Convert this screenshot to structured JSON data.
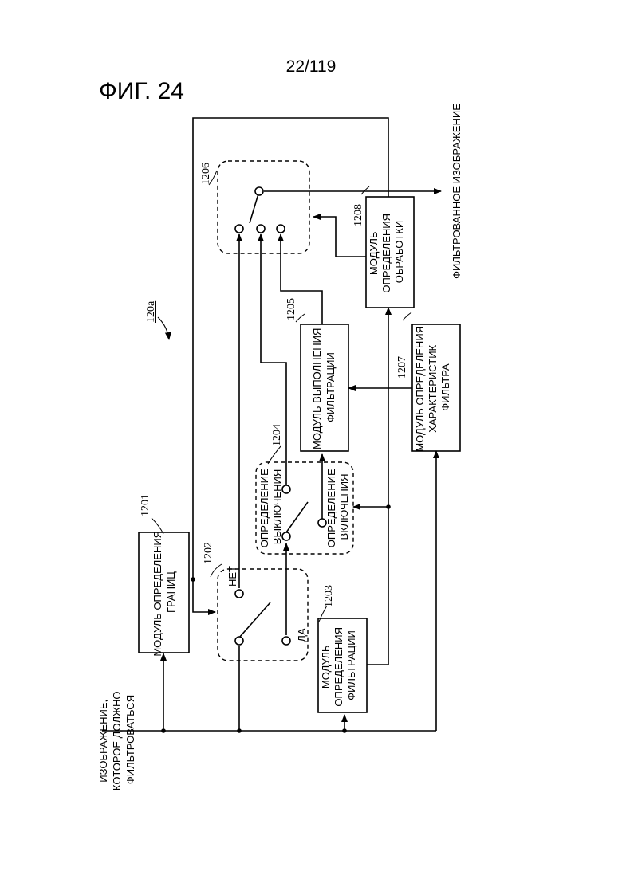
{
  "page": {
    "number": "22/119",
    "figure_title": "ФИГ. 24"
  },
  "diagram": {
    "ref_main": "120a",
    "blocks": {
      "b1201": {
        "ref": "1201",
        "lines": [
          "МОДУЛЬ ОПРЕДЕЛЕНИЯ",
          "ГРАНИЦ"
        ]
      },
      "b1203": {
        "ref": "1203",
        "lines": [
          "МОДУЛЬ",
          "ОПРЕДЕЛЕНИЯ",
          "ФИЛЬТРАЦИИ"
        ]
      },
      "b1205": {
        "ref": "1205",
        "lines": [
          "МОДУЛЬ ВЫПОЛНЕНИЯ",
          "ФИЛЬТРАЦИИ"
        ]
      },
      "b1207": {
        "ref": "1207",
        "lines": [
          "МОДУЛЬ ОПРЕДЕЛЕНИЯ",
          "ХАРАКТЕРИСТИК",
          "ФИЛЬТРА"
        ]
      },
      "b1208": {
        "ref": "1208",
        "lines": [
          "МОДУЛЬ",
          "ОПРЕДЕЛЕНИЯ",
          "ОБРАБОТКИ"
        ]
      }
    },
    "switches": {
      "s1202": {
        "ref": "1202",
        "no": "НЕТ",
        "yes": "ДА"
      },
      "s1204": {
        "ref": "1204",
        "off": [
          "ОПРЕДЕЛЕНИЕ",
          "ВЫКЛЮЧЕНИЯ"
        ],
        "on": [
          "ОПРЕДЕЛЕНИЕ",
          "ВКЛЮЧЕНИЯ"
        ]
      },
      "s1206": {
        "ref": "1206"
      }
    },
    "input_label": [
      "ИЗОБРАЖЕНИЕ,",
      "КОТОРОЕ ДОЛЖНО",
      "ФИЛЬТРОВАТЬСЯ"
    ],
    "output_label": "ФИЛЬТРОВАННОЕ ИЗОБРАЖЕНИЕ"
  }
}
